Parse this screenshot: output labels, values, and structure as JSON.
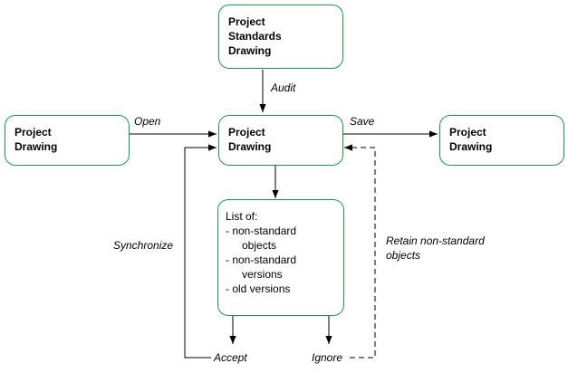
{
  "nodes": {
    "standards": [
      "Project",
      "Standards",
      "Drawing"
    ],
    "source": [
      "Project",
      "Drawing"
    ],
    "center": [
      "Project",
      "Drawing"
    ],
    "saved": [
      "Project",
      "Drawing"
    ]
  },
  "list": {
    "heading": "List of:",
    "items": [
      {
        "line1": "- non-standard",
        "line2": "objects"
      },
      {
        "line1": "- non-standard",
        "line2": "versions"
      },
      {
        "line1": "- old versions",
        "line2": ""
      }
    ]
  },
  "labels": {
    "audit": "Audit",
    "open": "Open",
    "save": "Save",
    "synchronize": "Synchronize",
    "retain_line1": "Retain non-standard",
    "retain_line2": "objects",
    "accept": "Accept",
    "ignore": "Ignore"
  },
  "colors": {
    "node_border": "#1a9a4a",
    "arrow": "#000000"
  }
}
